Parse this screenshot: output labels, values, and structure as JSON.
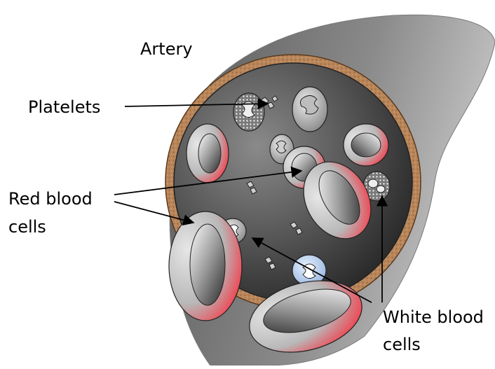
{
  "labels": {
    "artery": "Artery",
    "platelets": "Platelets",
    "red_blood_cells_line1": "Red blood",
    "red_blood_cells_line2": "cells",
    "white_blood_cells_line1": "White blood",
    "white_blood_cells_line2": "cells"
  },
  "colors": {
    "vessel_wall": "#b9865a",
    "lumen_dark": "#333333",
    "vessel_outer": "#7a7a7a",
    "red_cell": "#e8202a",
    "white_cell_blue": "#bcd2ee",
    "white_cell_grey": "#d8d8d8"
  }
}
